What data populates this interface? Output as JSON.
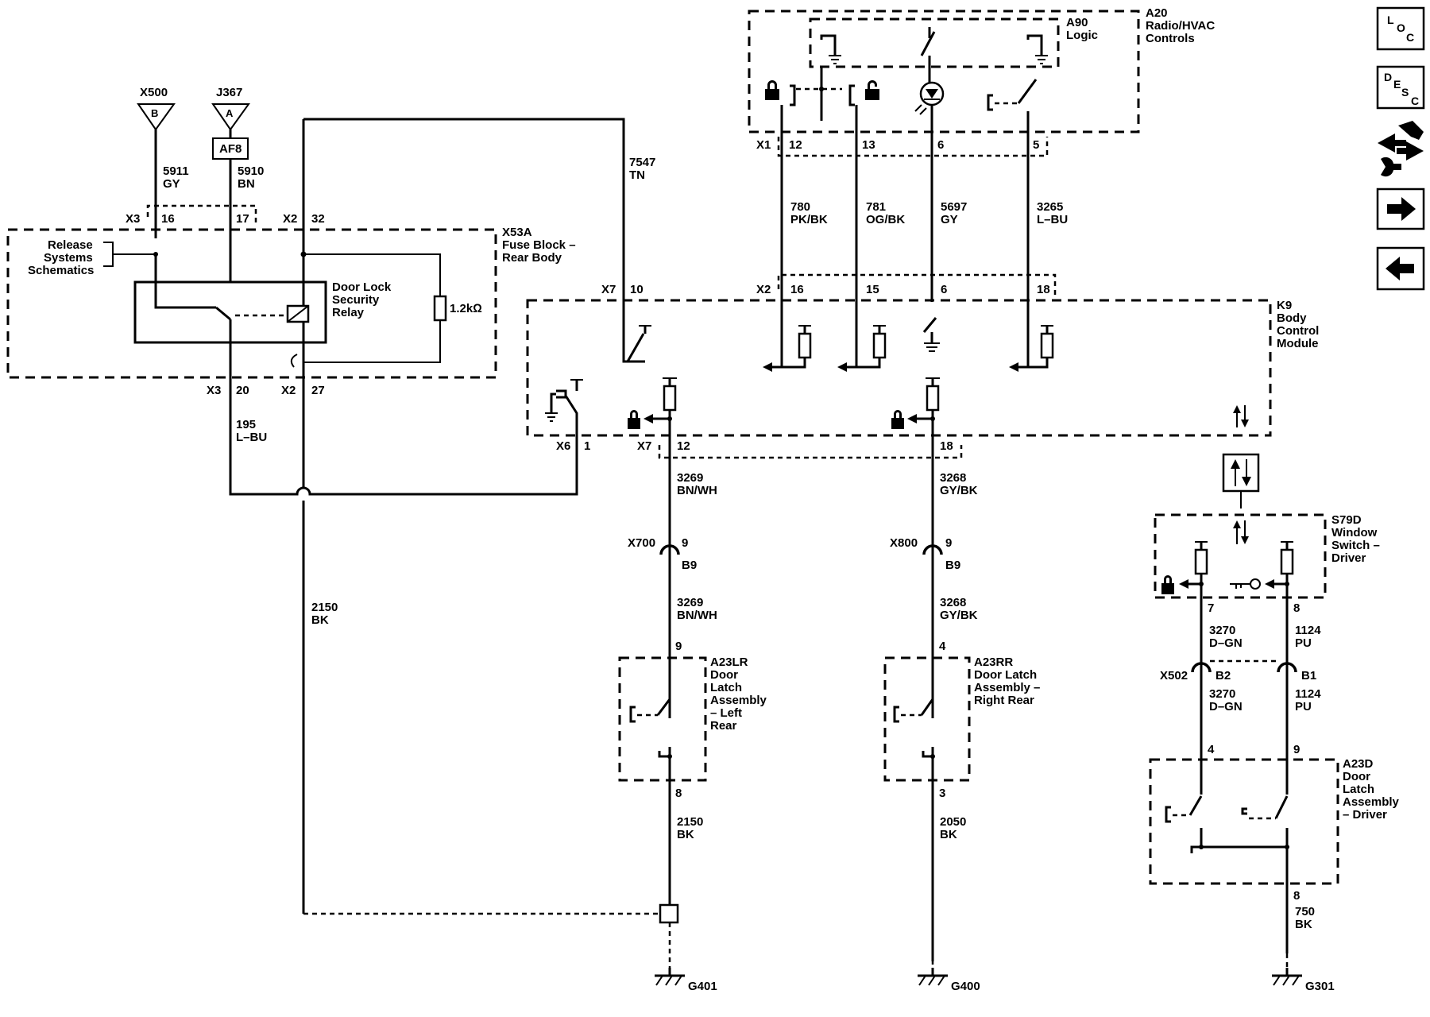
{
  "connectors_top": {
    "x500": "X500",
    "x500_pin": "B",
    "j367": "J367",
    "j367_pin": "A",
    "af8": "AF8"
  },
  "wires": {
    "w5911": "5911",
    "w5911_c": "GY",
    "w5910": "5910",
    "w5910_c": "BN",
    "w7547": "7547",
    "w7547_c": "TN",
    "w195": "195",
    "w195_c": "L–BU",
    "w2150a": "2150",
    "w2150a_c": "BK",
    "w780": "780",
    "w780_c": "PK/BK",
    "w781": "781",
    "w781_c": "OG/BK",
    "w5697": "5697",
    "w5697_c": "GY",
    "w3265": "3265",
    "w3265_c": "L–BU",
    "w3269a": "3269",
    "w3269a_c": "BN/WH",
    "w3269b": "3269",
    "w3269b_c": "BN/WH",
    "w3268a": "3268",
    "w3268a_c": "GY/BK",
    "w3268b": "3268",
    "w3268b_c": "GY/BK",
    "w2150b": "2150",
    "w2150b_c": "BK",
    "w2050": "2050",
    "w2050_c": "BK",
    "w3270a": "3270",
    "w3270a_c": "D–GN",
    "w3270b": "3270",
    "w3270b_c": "D–GN",
    "w1124a": "1124",
    "w1124a_c": "PU",
    "w1124b": "1124",
    "w1124b_c": "PU",
    "w750": "750",
    "w750_c": "BK"
  },
  "pins": {
    "x3a": "X3",
    "p16": "16",
    "p17": "17",
    "x2a": "X2",
    "p32": "32",
    "x3b": "X3",
    "p20": "20",
    "x2b": "X2",
    "p27": "27",
    "x7a": "X7",
    "p10": "10",
    "x2c": "X2",
    "p16b": "16",
    "p15": "15",
    "p6b": "6",
    "p18b": "18",
    "x1": "X1",
    "p12": "12",
    "p13": "13",
    "p6": "6",
    "p5": "5",
    "x6": "X6",
    "p1": "1",
    "x7b": "X7",
    "p12b": "12",
    "p18c": "18",
    "x700": "X700",
    "p9a": "9",
    "b9a": "B9",
    "x800": "X800",
    "p9b": "9",
    "b9b": "B9",
    "p9c": "9",
    "p8a": "8",
    "p4a": "4",
    "p3a": "3",
    "p7": "7",
    "p8b": "8",
    "x502": "X502",
    "b2": "B2",
    "b1": "B1",
    "p4b": "4",
    "p9d": "9",
    "p8c": "8"
  },
  "components": {
    "x53a": [
      "X53A",
      "Fuse Block –",
      "Rear Body"
    ],
    "release": [
      "Release",
      "Systems",
      "Schematics"
    ],
    "relay": [
      "Door Lock",
      "Security",
      "Relay"
    ],
    "resistor": "1.2kΩ",
    "a20": [
      "A20",
      "Radio/HVAC",
      "Controls"
    ],
    "a90": [
      "A90",
      "Logic"
    ],
    "k9": [
      "K9",
      "Body",
      "Control",
      "Module"
    ],
    "s79d": [
      "S79D",
      "Window",
      "Switch –",
      "Driver"
    ],
    "a23lr": [
      "A23LR",
      "Door",
      "Latch",
      "Assembly",
      "– Left",
      "Rear"
    ],
    "a23rr": [
      "A23RR",
      "Door Latch",
      "Assembly –",
      "Right Rear"
    ],
    "a23d": [
      "A23D",
      "Door",
      "Latch",
      "Assembly",
      "– Driver"
    ]
  },
  "grounds": {
    "g401": "G401",
    "g400": "G400",
    "g301": "G301"
  },
  "nav": {
    "loc": [
      "L",
      "O",
      "C"
    ],
    "desc": [
      "D",
      "E",
      "S",
      "C"
    ],
    "icons": [
      "connector-tool-icon",
      "arrow-right-icon",
      "arrow-left-icon"
    ]
  }
}
